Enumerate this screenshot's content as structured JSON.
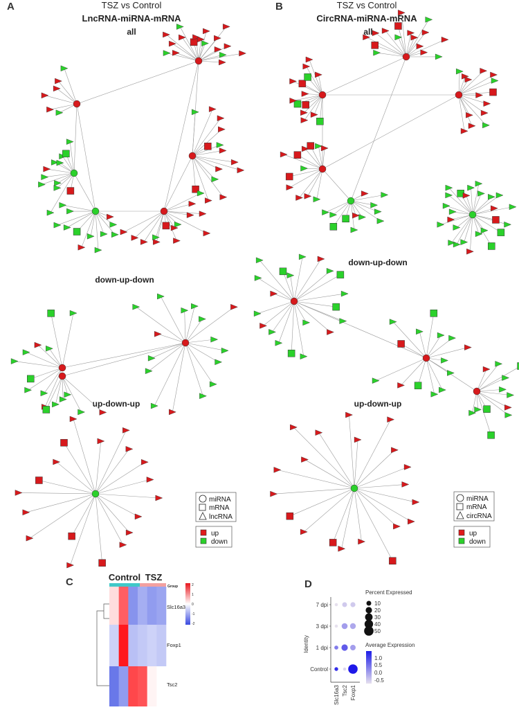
{
  "panel_a": {
    "letter": "A",
    "title": "TSZ vs Control",
    "subtitle": "LncRNA-miRNA-mRNA",
    "sections": [
      "all",
      "down-up-down",
      "up-down-up"
    ]
  },
  "panel_b": {
    "letter": "B",
    "title": "TSZ vs Control",
    "subtitle": "CircRNA-miRNA-mRNA",
    "sections": [
      "all",
      "down-up-down",
      "up-down-up"
    ]
  },
  "legend_a": {
    "shapes": [
      "miRNA",
      "mRNA",
      "lncRNA"
    ],
    "colors": [
      {
        "label": "up",
        "color": "#e01a1a"
      },
      {
        "label": "down",
        "color": "#2bd12b"
      }
    ]
  },
  "legend_b": {
    "shapes": [
      "miRNA",
      "mRNA",
      "circRNA"
    ],
    "colors": [
      {
        "label": "up",
        "color": "#e01a1a"
      },
      {
        "label": "down",
        "color": "#2bd12b"
      }
    ]
  },
  "colors": {
    "up": "#d7191c",
    "down": "#2bd12b",
    "edge": "#9a9a9a",
    "label": "#1a1aa8"
  },
  "panel_c": {
    "letter": "C",
    "groups": [
      "Control",
      "TSZ"
    ],
    "group_legend_label": "Group",
    "group_colors": [
      "#40c8c8",
      "#f2a0a0"
    ],
    "rows": [
      "Slc16a3",
      "Foxp1",
      "Tsc2"
    ],
    "scale_ticks": [
      "2",
      "1",
      "0",
      "-1",
      "-2"
    ],
    "matrix": [
      [
        0.3,
        1.4,
        -1.2,
        -0.9,
        -1.1,
        -1.0
      ],
      [
        -0.5,
        2.0,
        -0.7,
        -0.6,
        -0.5,
        -0.6
      ],
      [
        -1.5,
        -1.1,
        1.6,
        1.5,
        0.1,
        0.0
      ]
    ]
  },
  "panel_d": {
    "letter": "D",
    "y_axis_label": "Identity",
    "identities": [
      "7 dpi",
      "3 dpi",
      "1 dpi",
      "Control"
    ],
    "genes": [
      "Slc16a3",
      "Tsc2",
      "Foxp1"
    ],
    "size_legend_title": "Percent Expressed",
    "size_legend_values": [
      "10",
      "20",
      "30",
      "40",
      "50"
    ],
    "color_legend_title": "Average Expression",
    "color_legend_values": [
      "1.0",
      "0.5",
      "0.0",
      "-0.5"
    ]
  },
  "chart_data": {
    "type": "scatter",
    "x": [
      "Slc16a3",
      "Tsc2",
      "Foxp1"
    ],
    "y": [
      "7 dpi",
      "3 dpi",
      "1 dpi",
      "Control"
    ],
    "points": [
      {
        "identity": "7 dpi",
        "gene": "Slc16a3",
        "pct": 3,
        "avg": -0.6
      },
      {
        "identity": "7 dpi",
        "gene": "Tsc2",
        "pct": 10,
        "avg": -0.4
      },
      {
        "identity": "7 dpi",
        "gene": "Foxp1",
        "pct": 11,
        "avg": -0.4
      },
      {
        "identity": "3 dpi",
        "gene": "Slc16a3",
        "pct": 3,
        "avg": -0.6
      },
      {
        "identity": "3 dpi",
        "gene": "Tsc2",
        "pct": 17,
        "avg": 0.0
      },
      {
        "identity": "3 dpi",
        "gene": "Foxp1",
        "pct": 16,
        "avg": -0.1
      },
      {
        "identity": "1 dpi",
        "gene": "Slc16a3",
        "pct": 6,
        "avg": 0.3
      },
      {
        "identity": "1 dpi",
        "gene": "Tsc2",
        "pct": 20,
        "avg": 0.6
      },
      {
        "identity": "1 dpi",
        "gene": "Foxp1",
        "pct": 14,
        "avg": 0.0
      },
      {
        "identity": "Control",
        "gene": "Slc16a3",
        "pct": 5,
        "avg": 1.0
      },
      {
        "identity": "Control",
        "gene": "Tsc2",
        "pct": 3,
        "avg": -0.5
      },
      {
        "identity": "Control",
        "gene": "Foxp1",
        "pct": 50,
        "avg": 1.2
      }
    ]
  }
}
